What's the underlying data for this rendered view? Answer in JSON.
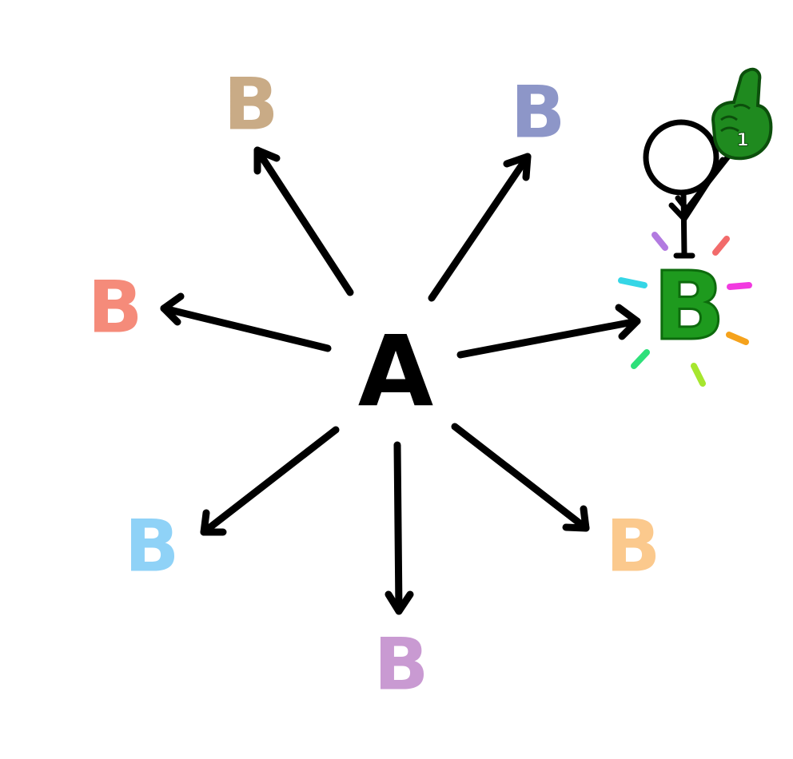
{
  "diagram": {
    "source": {
      "label": "A",
      "color": "#000000"
    },
    "targets": [
      {
        "id": "top-left",
        "label": "B",
        "color": "#c9ab86",
        "selected": false
      },
      {
        "id": "top-right",
        "label": "B",
        "color": "#8d96c8",
        "selected": false
      },
      {
        "id": "left",
        "label": "B",
        "color": "#f58b7a",
        "selected": false
      },
      {
        "id": "right",
        "label": "B",
        "color": "#1e9a1e",
        "selected": true
      },
      {
        "id": "bottom-left",
        "label": "B",
        "color": "#8fd2f7",
        "selected": false
      },
      {
        "id": "bottom",
        "label": "B",
        "color": "#c99ad2",
        "selected": false
      },
      {
        "id": "bottom-right",
        "label": "B",
        "color": "#fbc98d",
        "selected": false
      }
    ],
    "winner": {
      "foam_finger_text": "1",
      "foam_finger_color": "#1f8a1f",
      "sparkle_colors": [
        "#b27ae0",
        "#f26b6b",
        "#35d6e6",
        "#f23ae0",
        "#f5a21c",
        "#2ee07a",
        "#a6e62e"
      ]
    }
  }
}
